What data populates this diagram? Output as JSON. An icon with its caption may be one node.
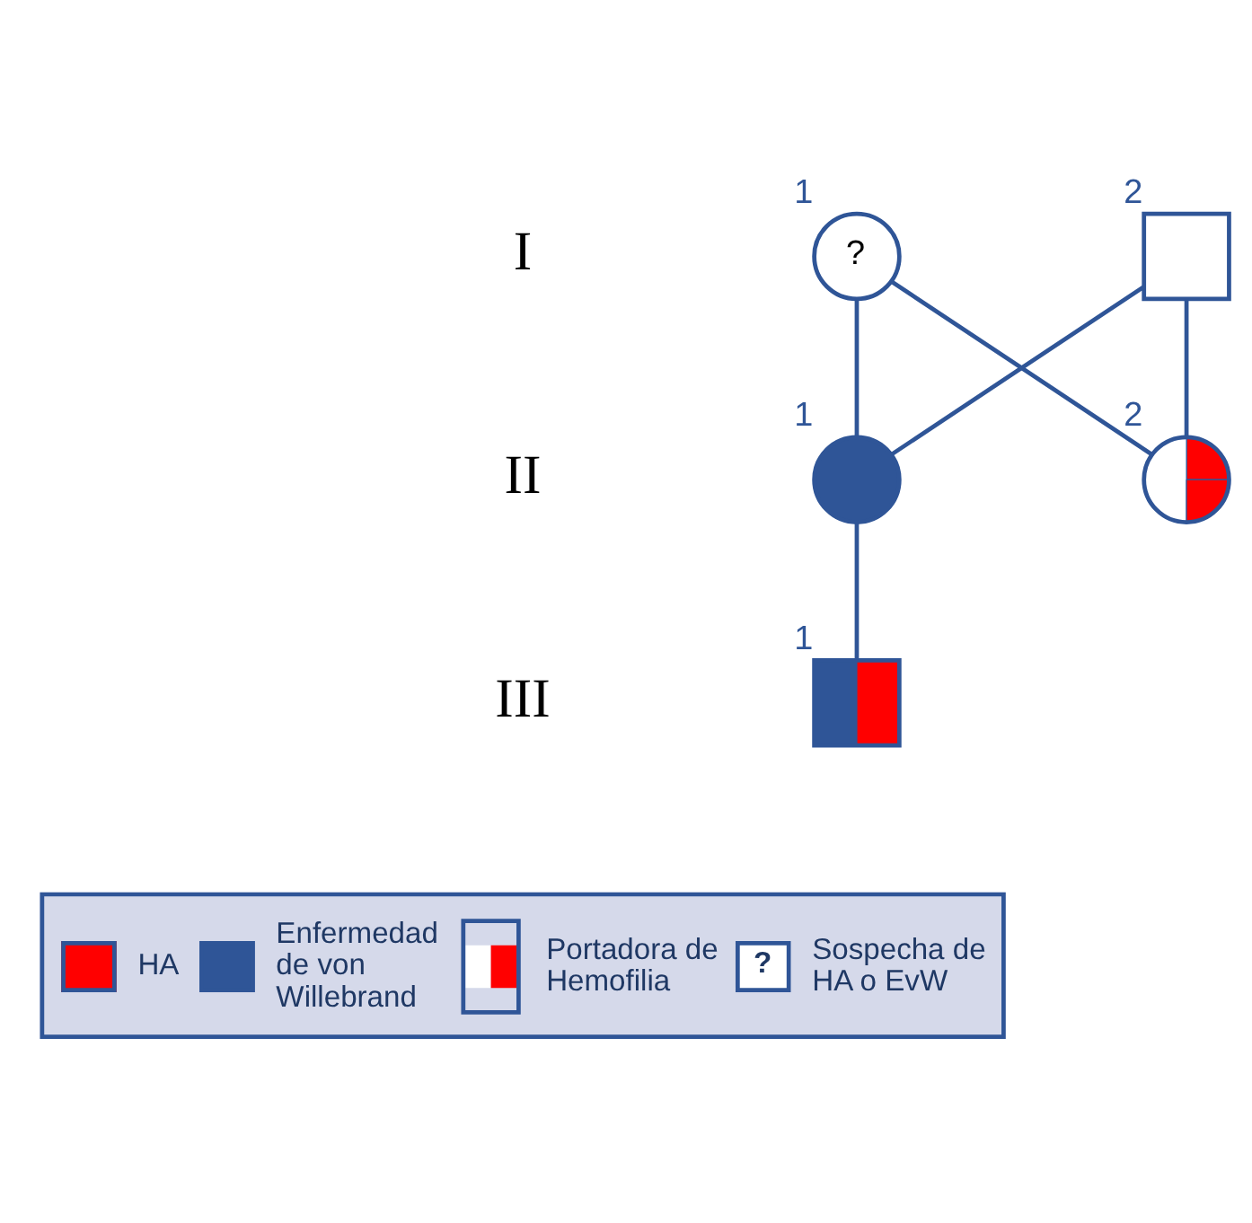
{
  "diagram": {
    "nodes": [
      {
        "text": [
          "?"
        ],
        "beside": [
          "1"
        ]
      },
      {
        "text": [],
        "shape": "box",
        "beside": [
          "2"
        ]
      },
      {
        "text": [],
        "shape": "circle",
        "beside": [
          "1"
        ]
      },
      {
        "text": [],
        "shape": "circle",
        "beside": [
          "2"
        ]
      },
      {
        "text": [],
        "shape": "box",
        "beside": [
          "1"
        ]
      }
    ],
    "edges": [
      {
        "from": 0,
        "to": 2,
        "arrow": "none"
      },
      {
        "from": 0,
        "to": 3,
        "arrow": "none"
      },
      {
        "from": 1,
        "to": 2,
        "arrow": "none"
      },
      {
        "from": 1,
        "to": 3,
        "arrow": "none"
      },
      {
        "from": 2,
        "to": 4,
        "arrow": "none"
      }
    ],
    "labels": [
      "I",
      "II",
      "III",
      "?"
    ],
    "legend": [
      {
        "text": "HA",
        "color": "#ff0000"
      },
      {
        "text": "Enfermedad de von Willebrand",
        "color": "#2f5597"
      },
      {
        "text": "Portadora de Hemofilia"
      },
      {
        "text": "Sospecha de HA o EvW"
      }
    ]
  }
}
